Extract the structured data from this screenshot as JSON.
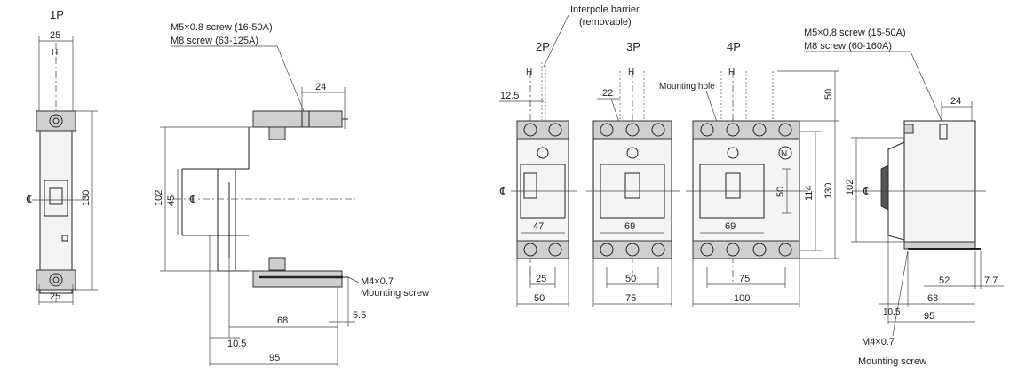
{
  "labels": {
    "p1": "1P",
    "p2": "2P",
    "p3": "3P",
    "p4": "4P",
    "interpole_barrier": "Interpole barrier",
    "removable": "(removable)",
    "mounting_hole": "Mounting hole",
    "screw1_line1": "M5×0.8 screw (16-50A)",
    "screw1_line2": "M8 screw (63-125A)",
    "screw2_line1": "M5×0.8 screw (15-50A)",
    "screw2_line2": "M8 screw (60-160A)",
    "mount_screw_a1": "M4×0.7",
    "mount_screw_a2": "Mounting screw",
    "mount_screw_b1": "M4×0.7",
    "mount_screw_b2": "Mounting screw",
    "cl": "℄",
    "n_mark": "N"
  },
  "dims": {
    "p1_top": "25",
    "p1_bottom": "25",
    "p1_height": "130",
    "side_24": "24",
    "side_102": "102",
    "side_45": "45",
    "side_68": "68",
    "side_5_5": "5.5",
    "side_10_5": "10.5",
    "side_95": "95",
    "p2_12_5": "12.5",
    "p2_47": "47",
    "p2_25": "25",
    "p2_50": "50",
    "p3_22": "22",
    "p3_69": "69",
    "p3_50": "50",
    "p3_75": "75",
    "p4_69": "69",
    "p4_75": "75",
    "p4_100": "100",
    "r_50_top": "50",
    "r_50": "50",
    "r_114": "114",
    "r_130": "130",
    "r_24": "24",
    "r_102": "102",
    "r_52": "52",
    "r_7_7": "7.7",
    "r_68": "68",
    "r_10_5": "10.5",
    "r_95": "95"
  }
}
